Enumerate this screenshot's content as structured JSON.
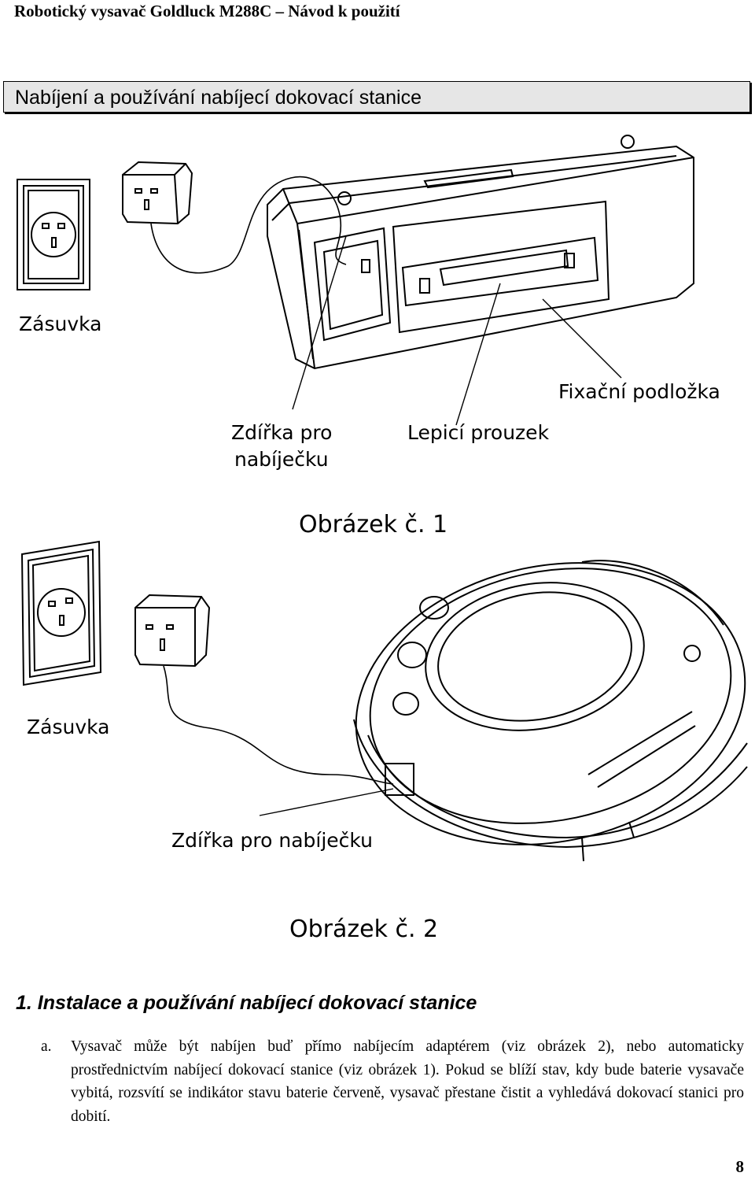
{
  "header": {
    "title": "Robotický vysavač Goldluck M288C – Návod k použití"
  },
  "section": {
    "title": "Nabíjení a používání nabíjecí dokovací stanice"
  },
  "figure1": {
    "label_socket": "Zásuvka",
    "label_port_line1": "Zdířka pro",
    "label_port_line2": "nabíječku",
    "label_strip": "Lepicí prouzek",
    "label_pad": "Fixační podložka",
    "caption": "Obrázek č. 1"
  },
  "figure2": {
    "label_socket": "Zásuvka",
    "label_port": "Zdířka pro nabíječku",
    "caption": "Obrázek č. 2"
  },
  "subsection": {
    "title": "1. Instalace a používání nabíjecí dokovací stanice"
  },
  "paragraph": {
    "marker": "a.",
    "text": "Vysavač může být nabíjen buď přímo nabíjecím adaptérem (viz obrázek 2), nebo automaticky prostřednictvím nabíjecí dokovací stanice (viz obrázek 1). Pokud se blíží stav, kdy bude baterie vysavače vybitá, rozsvítí se indikátor stavu baterie červeně, vysavač přestane čistit a vyhledává dokovací stanici pro dobití."
  },
  "page_number": "8"
}
